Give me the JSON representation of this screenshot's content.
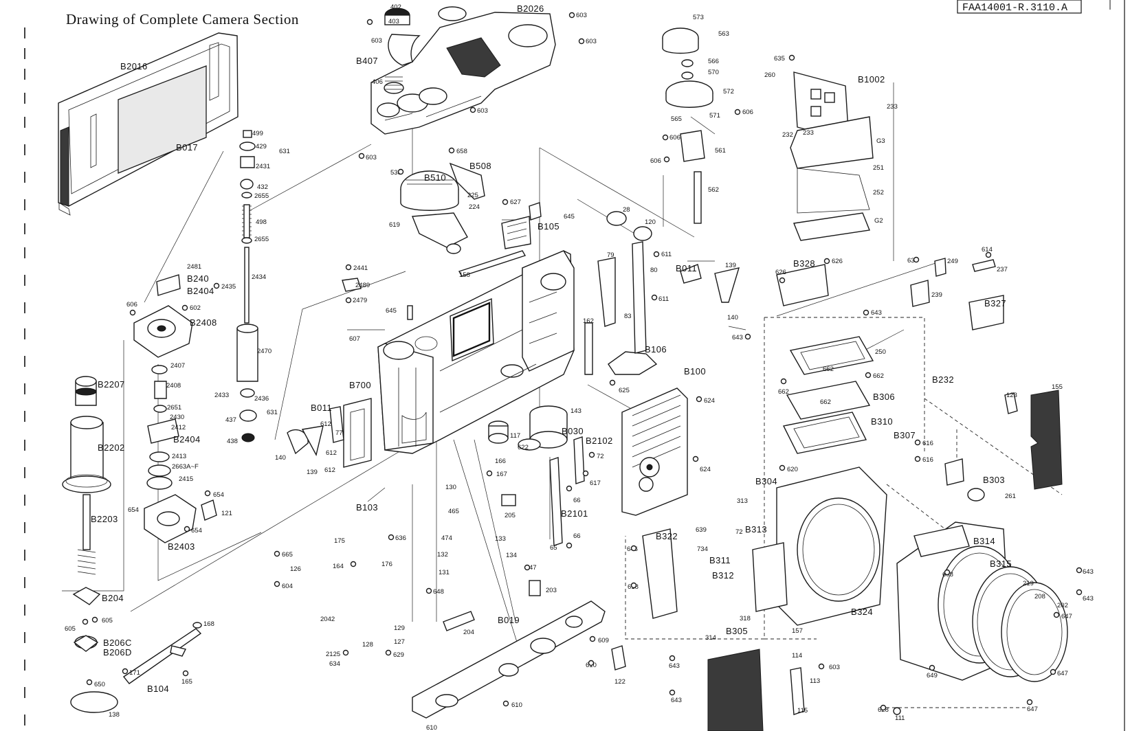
{
  "page": {
    "title": "Drawing of Complete Camera Section",
    "code": "FAA14001-R.3110.A"
  },
  "labels": {
    "B2016": "B2016",
    "B017": "B017",
    "B2026": "B2026",
    "B407": "B407",
    "B510": "B510",
    "B508": "B508",
    "B1002": "B1002",
    "B105": "B105",
    "B011a": "B011",
    "B011b": "B011",
    "B240": "B240",
    "B2404a": "B2404",
    "B2408": "B2408",
    "B2207": "B2207",
    "B2202": "B2202",
    "B2404b": "B2404",
    "B2403": "B2403",
    "B2203": "B2203",
    "B204": "B204",
    "B206C": "B206C",
    "B206D": "B206D",
    "B104": "B104",
    "B700": "B700",
    "B103": "B103",
    "B019": "B019",
    "B106": "B106",
    "B100": "B100",
    "B030": "B030",
    "B2102": "B2102",
    "B2101": "B2101",
    "B328": "B328",
    "B327": "B327",
    "B232": "B232",
    "B306": "B306",
    "B310": "B310",
    "B307": "B307",
    "B304": "B304",
    "B303": "B303",
    "B322": "B322",
    "B313": "B313",
    "B311": "B311",
    "B312": "B312",
    "B305": "B305",
    "B324": "B324",
    "B314": "B314",
    "B315": "B315"
  },
  "callouts": {
    "402": "402",
    "403": "403",
    "406": "406",
    "603a": "603",
    "603b": "603",
    "603c": "603",
    "603d": "603",
    "603e": "603",
    "573": "573",
    "563": "563",
    "566": "566",
    "570": "570",
    "572": "572",
    "565": "565",
    "571": "571",
    "606a": "606",
    "606b": "606",
    "606c": "606",
    "606d": "606",
    "561": "561",
    "562": "562",
    "635": "635",
    "260": "260",
    "233a": "233",
    "233b": "233",
    "232": "232",
    "G3": "G3",
    "251": "251",
    "252": "252",
    "G2": "G2",
    "499": "499",
    "429": "429",
    "631a": "631",
    "631b": "631",
    "2431": "2431",
    "432": "432",
    "2655a": "2655",
    "2655b": "2655",
    "498": "498",
    "658": "658",
    "538": "538",
    "225": "225",
    "224": "224",
    "619": "619",
    "627": "627",
    "645a": "645",
    "645b": "645",
    "28": "28",
    "120": "120",
    "611a": "611",
    "611b": "611",
    "79": "79",
    "80": "80",
    "83": "83",
    "139a": "139",
    "139b": "139",
    "140a": "140",
    "140b": "140",
    "626a": "626",
    "626b": "626",
    "637": "637",
    "249": "249",
    "614": "614",
    "237": "237",
    "239": "239",
    "2481": "2481",
    "2435": "2435",
    "2434": "2434",
    "602": "602",
    "2441": "2441",
    "2489": "2489",
    "2479": "2479",
    "158": "158",
    "162": "162",
    "643a": "643",
    "643b": "643",
    "643c": "643",
    "643d": "643",
    "643e": "643",
    "643f": "643",
    "250": "250",
    "662a": "662",
    "662b": "662",
    "662c": "662",
    "662d": "662",
    "2407": "2407",
    "2408": "2408",
    "2470": "2470",
    "607": "607",
    "625": "625",
    "624a": "624",
    "624b": "624",
    "2651": "2651",
    "2430": "2430",
    "2412": "2412",
    "2433": "2433",
    "2436": "2436",
    "437": "437",
    "438": "438",
    "612a": "612",
    "612b": "612",
    "612c": "612",
    "77": "77",
    "143": "143",
    "117": "117",
    "622": "622",
    "72a": "72",
    "72b": "72",
    "123": "123",
    "155": "155",
    "2413": "2413",
    "2663": "2663A~F",
    "2415": "2415",
    "166": "166",
    "167": "167",
    "617": "617",
    "620": "620",
    "616a": "616",
    "616b": "616",
    "654a": "654",
    "654b": "654",
    "654c": "654",
    "121": "121",
    "130": "130",
    "465": "465",
    "474": "474",
    "205": "205",
    "66a": "66",
    "66b": "66",
    "313": "313",
    "261": "261",
    "175": "175",
    "636": "636",
    "133": "133",
    "134": "134",
    "65": "65",
    "646": "646",
    "639": "639",
    "734": "734",
    "665": "665",
    "126": "126",
    "604": "604",
    "164": "164",
    "176": "176",
    "132": "132",
    "131": "131",
    "648": "648",
    "47": "47",
    "203": "203",
    "618": "618",
    "608": "608",
    "219": "219",
    "208": "208",
    "202": "202",
    "647a": "647",
    "647b": "647",
    "647c": "647",
    "605a": "605",
    "605b": "605",
    "168": "168",
    "2042": "2042",
    "129": "129",
    "127": "127",
    "128": "128",
    "2125": "2125",
    "634": "634",
    "629": "629",
    "204": "204",
    "609": "609",
    "610a": "610",
    "610b": "610",
    "610c": "610",
    "122": "122",
    "157": "157",
    "318": "318",
    "314": "314",
    "114": "114",
    "113": "113",
    "115": "115",
    "628": "628",
    "111": "111",
    "649": "649",
    "171": "171",
    "650": "650",
    "165": "165",
    "138": "138"
  }
}
